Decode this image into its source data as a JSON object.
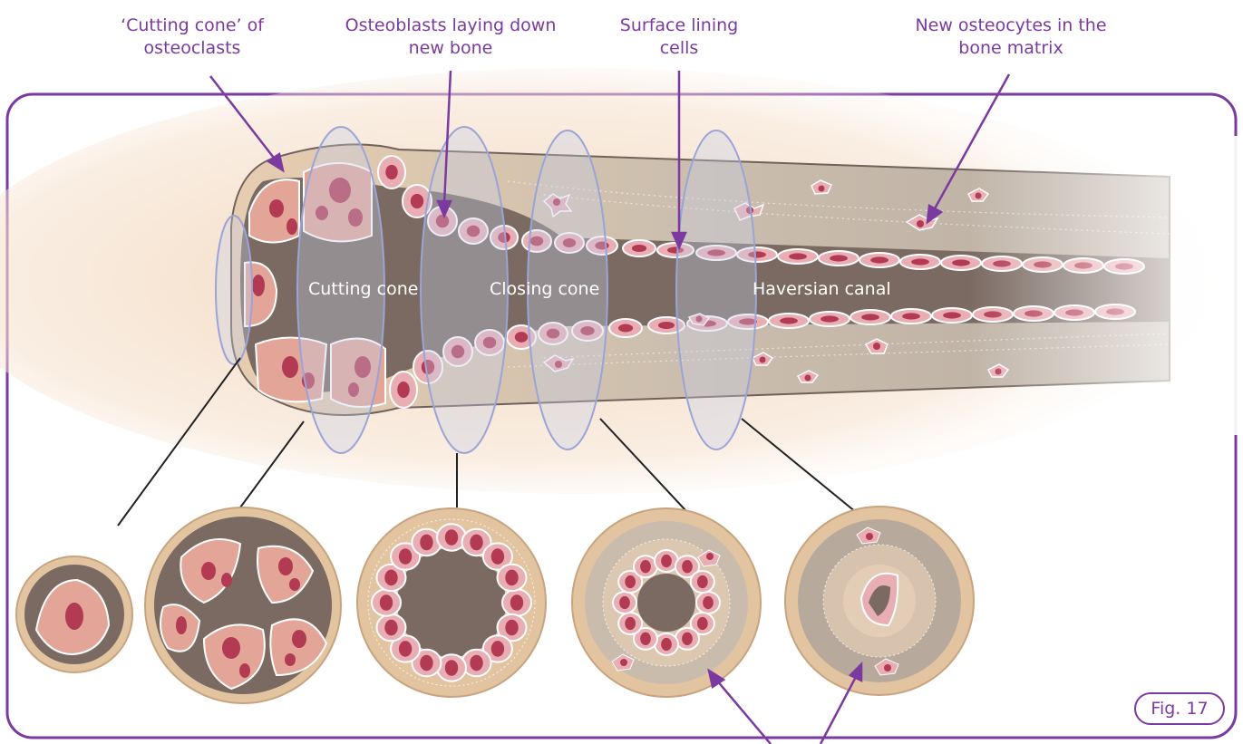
{
  "labels": {
    "cutting_cone_osteoclasts_line1": "‘Cutting cone’ of",
    "cutting_cone_osteoclasts_line2": "osteoclasts",
    "osteoblasts_line1": "Osteoblasts laying down",
    "osteoblasts_line2": "new bone",
    "surface_lining_line1": "Surface lining",
    "surface_lining_line2": "cells",
    "new_osteocytes_line1": "New osteocytes in the",
    "new_osteocytes_line2": "bone matrix",
    "cutting_cone": "Cutting cone",
    "closing_cone": "Closing cone",
    "haversian_canal": "Haversian canal",
    "figure": "Fig. 17"
  },
  "colors": {
    "accent_purple": "#7b3aa0",
    "bone_tan": "#e3c4a0",
    "bone_grey": "#b7aa9c",
    "canal_dark": "#7a6a62",
    "cell_pink": "#e8aeb4",
    "nucleus_red": "#b23a52",
    "section_ring": "#9aa4d6"
  }
}
